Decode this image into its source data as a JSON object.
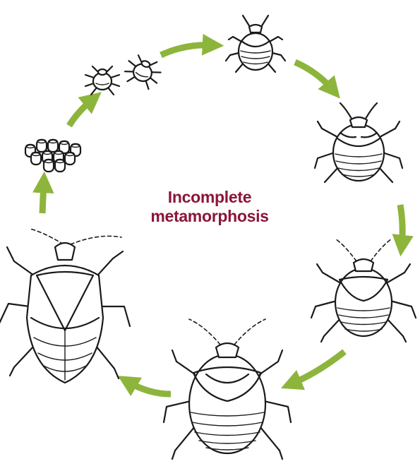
{
  "title": {
    "line1": "Incomplete",
    "line2": "metamorphosis"
  },
  "colors": {
    "title": "#8b1538",
    "arrow": "#8db53c",
    "ink": "#1a1a1a"
  },
  "stages": [
    {
      "name": "eggs",
      "icon": "egg-cluster-icon"
    },
    {
      "name": "early-nymphs",
      "icon": "nymph-icon"
    },
    {
      "name": "nymph-1",
      "icon": "nymph-icon"
    },
    {
      "name": "nymph-2",
      "icon": "nymph-icon"
    },
    {
      "name": "nymph-3",
      "icon": "nymph-icon"
    },
    {
      "name": "nymph-4",
      "icon": "nymph-icon"
    },
    {
      "name": "adult",
      "icon": "adult-bug-icon"
    }
  ]
}
